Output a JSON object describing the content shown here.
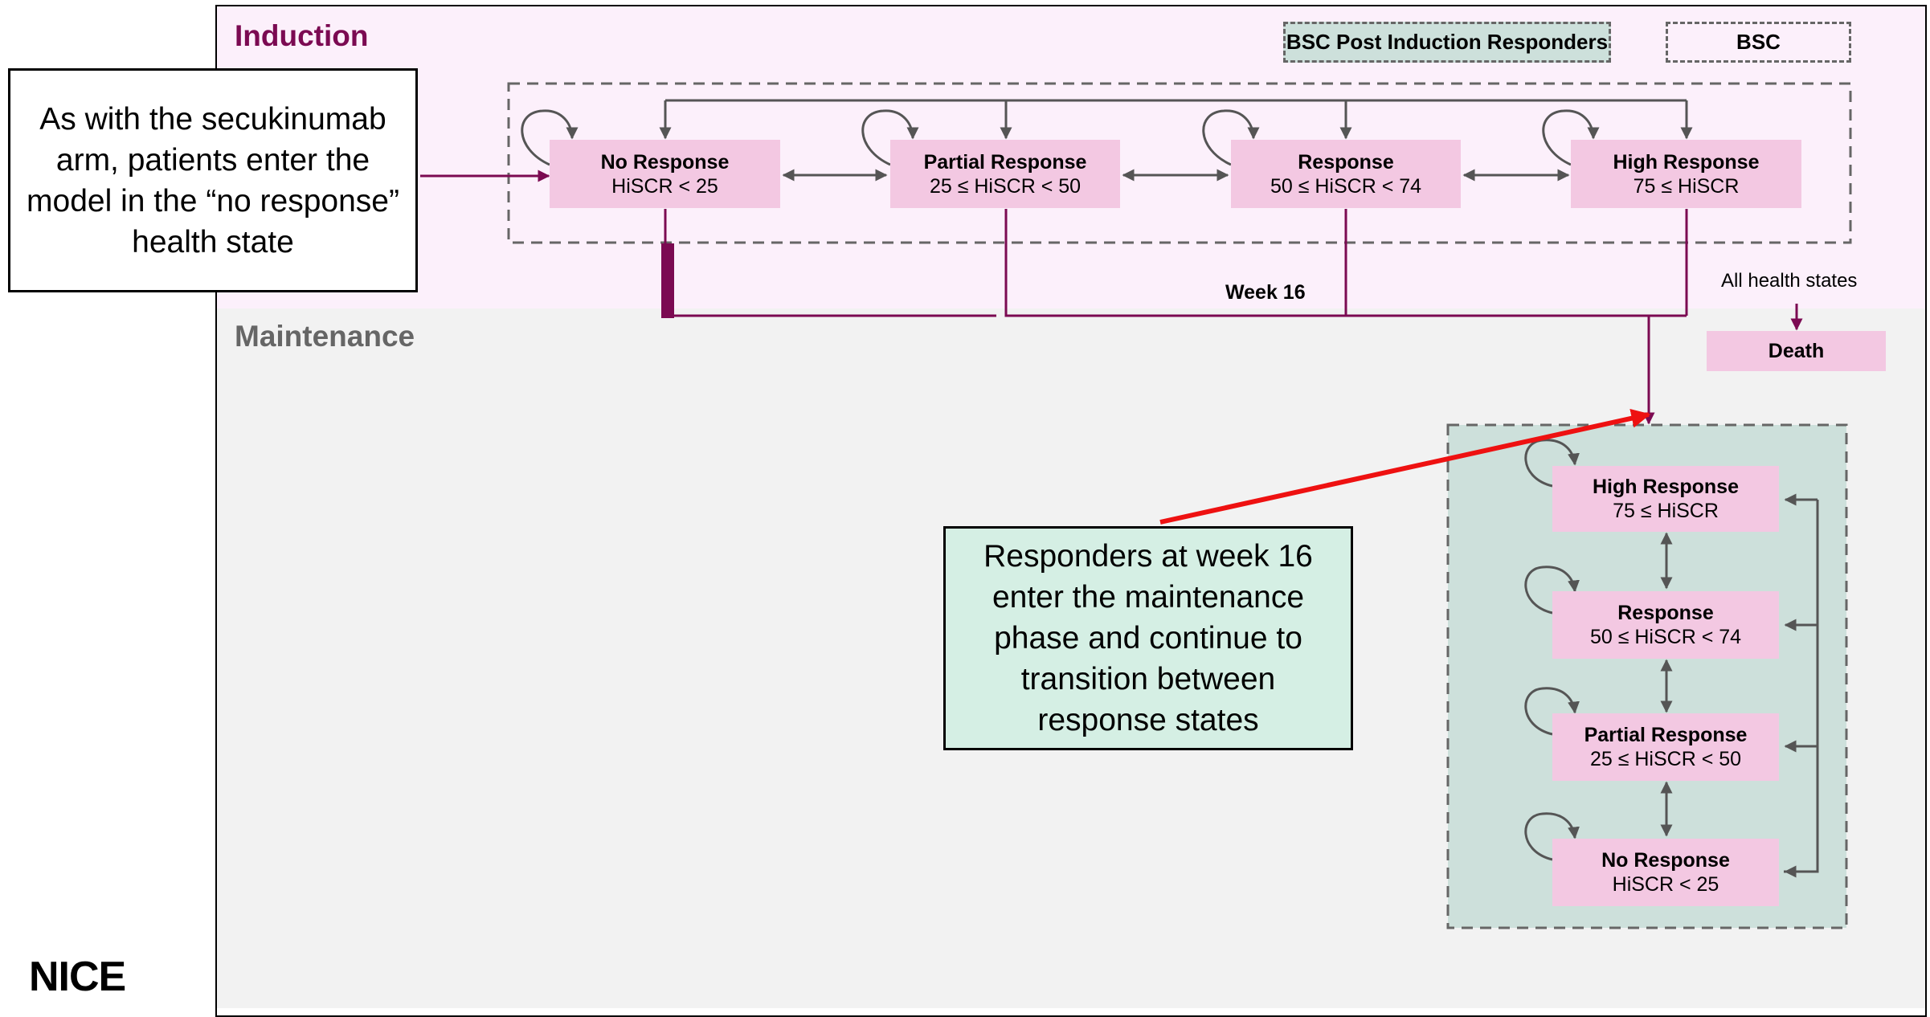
{
  "induction": {
    "title": "Induction",
    "states": [
      {
        "name": "No Response",
        "criterion": "HiSCR < 25"
      },
      {
        "name": "Partial Response",
        "criterion": "25 ≤ HiSCR < 50"
      },
      {
        "name": "Response",
        "criterion": "50 ≤ HiSCR < 74"
      },
      {
        "name": "High Response",
        "criterion": "75 ≤ HiSCR"
      }
    ],
    "week_label": "Week 16"
  },
  "maintenance": {
    "title": "Maintenance",
    "states": [
      {
        "name": "High Response",
        "criterion": "75 ≤ HiSCR"
      },
      {
        "name": "Response",
        "criterion": "50 ≤ HiSCR < 74"
      },
      {
        "name": "Partial Response",
        "criterion": "25 ≤ HiSCR < 50"
      },
      {
        "name": "No Response",
        "criterion": "HiSCR < 25"
      }
    ]
  },
  "legend": {
    "responders": "BSC Post Induction Responders",
    "bsc": "BSC"
  },
  "death": {
    "from_label": "All health states",
    "name": "Death"
  },
  "callouts": {
    "entry": "As with the secukinumab arm, patients enter the model in the “no response” health state",
    "responders": "Responders at week 16 enter the maintenance phase and continue to transition between response states"
  },
  "logo": "NICE",
  "colors": {
    "induction_bg": "#fcf0fb",
    "maintenance_bg": "#f2f2f2",
    "state_fill": "#f3c8e2",
    "responders_fill": "#cde0db",
    "callout_fill": "#d5efe4",
    "accent": "#7b0a52",
    "pointer": "#ee1111"
  }
}
